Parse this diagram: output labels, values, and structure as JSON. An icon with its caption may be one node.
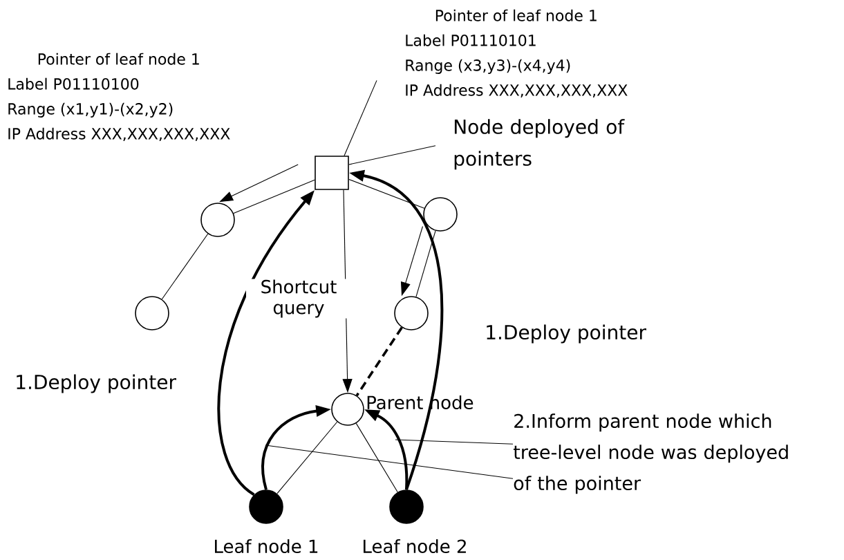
{
  "diagram": {
    "nodes": [
      {
        "text": [
          "Pointer of leaf node 1",
          "Label P01110101",
          "Range (x3,y3)-(x4,y4)",
          "IP Address  XXX,XXX,XXX,XXX"
        ]
      },
      {
        "text": [
          "Node deployed of pointers"
        ]
      },
      {
        "text": [],
        "shape": "box"
      },
      {
        "text": [],
        "shape": "circle"
      },
      {
        "text": [],
        "shape": "circle"
      },
      {
        "text": [],
        "shape": "circle"
      },
      {
        "text": [],
        "shape": "circle"
      },
      {
        "text": [],
        "shape": "circle",
        "beside": [
          "Parent node"
        ]
      },
      {
        "text": [],
        "shape": "circle",
        "beside": [
          "Leaf node 1"
        ]
      },
      {
        "text": [],
        "shape": "circle",
        "beside": [
          "Leaf node 2"
        ]
      },
      {
        "text": [
          "2.Inform parent node which tree-level node was deployed of the pointer"
        ]
      }
    ],
    "edges": [
      {
        "from": 0,
        "to": 2,
        "arrow": "none"
      },
      {
        "from": 1,
        "to": 2,
        "arrow": "none"
      },
      {
        "from": 2,
        "to": 3,
        "arrow": "none"
      },
      {
        "from": 3,
        "to": 5,
        "arrow": "none"
      },
      {
        "from": 2,
        "to": 4,
        "arrow": "none"
      },
      {
        "from": 4,
        "to": 6,
        "arrow": "none"
      },
      {
        "from": 6,
        "to": 7,
        "arrow": "none",
        "style": "dashed"
      },
      {
        "from": 7,
        "to": 8,
        "arrow": "none"
      },
      {
        "from": 7,
        "to": 9,
        "arrow": "none"
      },
      {
        "from": 2,
        "to": 3,
        "arrow": "to"
      },
      {
        "from": 2,
        "to": 7,
        "arrow": "to",
        "label": "Shortcut query"
      },
      {
        "from": 4,
        "to": 6,
        "arrow": "to"
      },
      {
        "from": 8,
        "to": 2,
        "arrow": "to",
        "style": "thick",
        "label": "1.Deploy pointer"
      },
      {
        "from": 9,
        "to": 2,
        "arrow": "to",
        "style": "thick",
        "label": "1.Deploy pointer"
      },
      {
        "from": 8,
        "to": 7,
        "arrow": "to",
        "style": "thick"
      },
      {
        "from": 9,
        "to": 7,
        "arrow": "to",
        "style": "thick"
      },
      {
        "from": 10,
        "to": null,
        "arrow": "none"
      },
      {
        "from": 10,
        "to": null,
        "arrow": "none"
      }
    ],
    "labels": [
      "Pointer of leaf node 1",
      "Label P01110100",
      "Range (x1,y1)-(x2,y2)",
      "IP Address  XXX,XXX,XXX,XXX"
    ]
  }
}
